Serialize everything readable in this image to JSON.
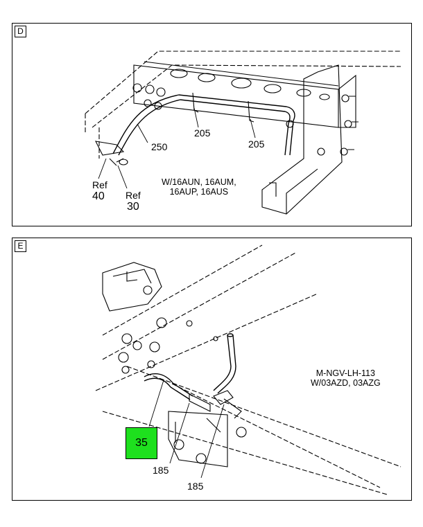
{
  "panel_d": {
    "letter": "D",
    "callouts": {
      "c250": "250",
      "c205a": "205",
      "c205b": "205",
      "ref40_line1": "Ref",
      "ref40_line2": "40",
      "ref30_line1": "Ref",
      "ref30_line2": "30"
    },
    "note_lines": [
      "W/16AUN, 16AUM,",
      "16AUP, 16AUS"
    ]
  },
  "panel_e": {
    "letter": "E",
    "callouts": {
      "c35": "35",
      "c185a": "185",
      "c185b": "185"
    },
    "highlight_color": "#1ee01e",
    "note_lines": [
      "M-NGV-LH-113",
      "W/03AZD, 03AZG"
    ]
  }
}
